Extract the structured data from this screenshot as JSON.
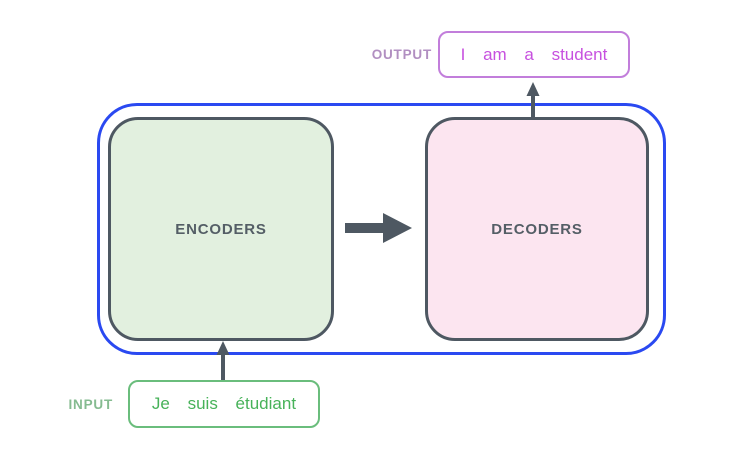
{
  "diagram": {
    "output": {
      "label": "OUTPUT",
      "text": "I am a student"
    },
    "input": {
      "label": "INPUT",
      "text": "Je suis étudiant"
    },
    "encoders": {
      "label": "ENCODERS"
    },
    "decoders": {
      "label": "DECODERS"
    },
    "icons": {
      "between_stacks": "arrow-right-icon",
      "decoder_to_output": "arrow-up-icon",
      "input_to_encoder": "arrow-up-icon"
    },
    "colors": {
      "frame_blue": "#2a49f1",
      "stack_outline": "#4e5862",
      "stack_label_text": "#545e66",
      "encoder_fill": "#e2f0df",
      "decoder_fill": "#fce5f0",
      "output_box_border": "#c27edb",
      "output_text": "#c750df",
      "output_label_text": "#b18fc1",
      "input_box_border": "#6abd7c",
      "input_text": "#47b259",
      "input_label_text": "#85bb90",
      "arrow": "#4e5862",
      "background": "#ffffff"
    }
  }
}
